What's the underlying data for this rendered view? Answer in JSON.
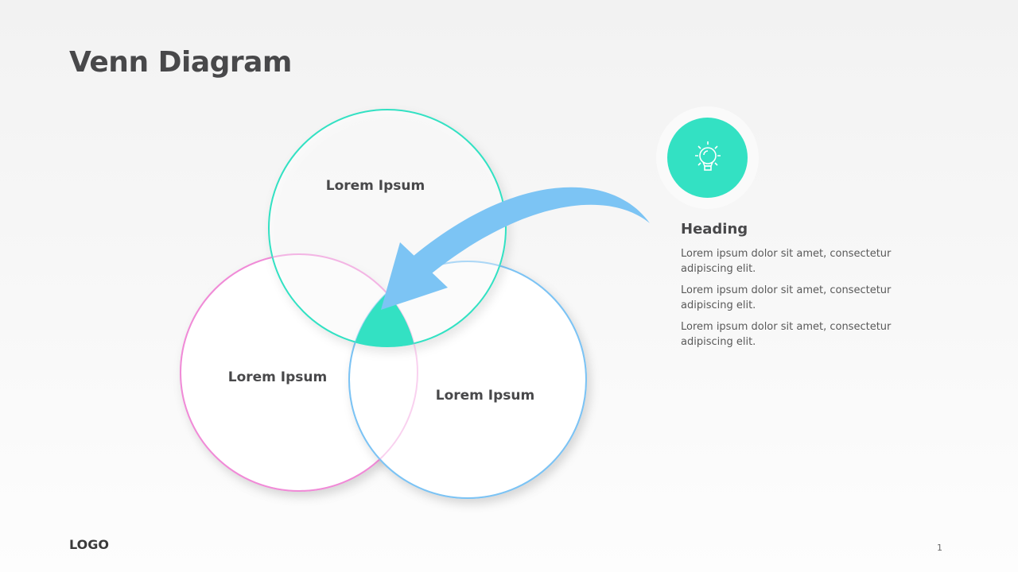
{
  "title": "Venn Diagram",
  "circles": [
    {
      "label": "Lorem Ipsum",
      "color": "#33e1c3"
    },
    {
      "label": "Lorem Ipsum",
      "color": "#f08bd8"
    },
    {
      "label": "Lorem Ipsum",
      "color": "#7cc4f4"
    }
  ],
  "intersection_color": "#33e1c3",
  "arrow_color": "#7cc4f4",
  "info": {
    "icon": "lightbulb-icon",
    "heading": "Heading",
    "paragraphs": [
      "Lorem ipsum dolor sit amet, consectetur adipiscing elit.",
      "Lorem ipsum dolor sit amet, consectetur adipiscing elit.",
      "Lorem ipsum dolor sit amet, consectetur adipiscing elit."
    ]
  },
  "footer": {
    "logo": "LOGO",
    "page_number": "1"
  }
}
